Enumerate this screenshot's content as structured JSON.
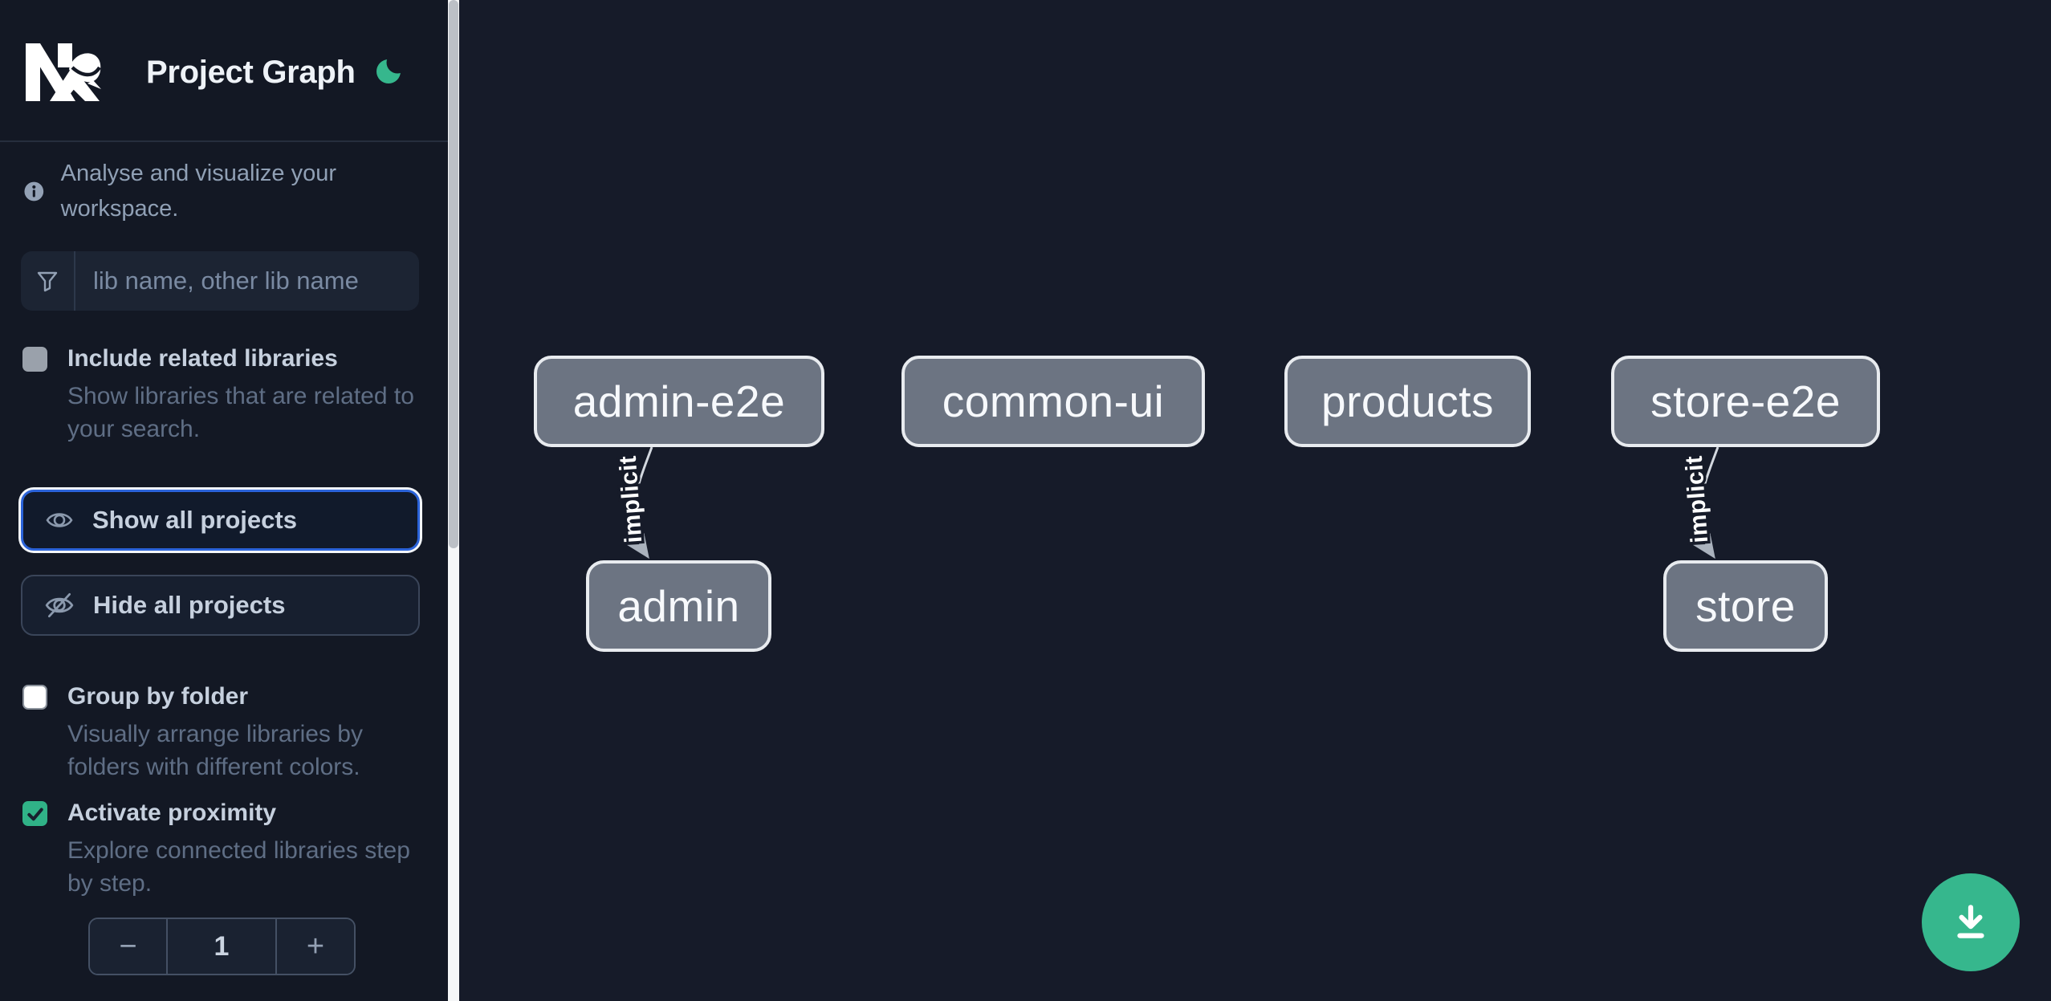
{
  "header": {
    "title": "Project Graph"
  },
  "sidebar": {
    "tagline": "Analyse and visualize your workspace.",
    "search": {
      "placeholder": "lib name, other lib name",
      "icon": "funnel-icon"
    },
    "include_related": {
      "label": "Include related libraries",
      "lines": [
        "Show libraries that are related to",
        "your search."
      ],
      "checked": false
    },
    "show_all": {
      "label": "Show all projects",
      "icon": "eye-icon",
      "focused": true
    },
    "hide_all": {
      "label": "Hide all projects",
      "icon": "eye-slash-icon"
    },
    "group_by_folder": {
      "label": "Group by folder",
      "lines": [
        "Visually arrange libraries by",
        "folders with different colors."
      ],
      "checked": false
    },
    "activate_proximity": {
      "label": "Activate proximity",
      "lines": [
        "Explore connected libraries step",
        "by step."
      ],
      "checked": true
    },
    "stepper": {
      "decrement": "−",
      "value": "1",
      "increment": "+"
    }
  },
  "graph": {
    "nodes": [
      {
        "id": "admin-e2e",
        "label": "admin-e2e"
      },
      {
        "id": "common-ui",
        "label": "common-ui"
      },
      {
        "id": "products",
        "label": "products"
      },
      {
        "id": "store-e2e",
        "label": "store-e2e"
      },
      {
        "id": "admin",
        "label": "admin"
      },
      {
        "id": "store",
        "label": "store"
      }
    ],
    "edges": [
      {
        "source": "admin-e2e",
        "target": "admin",
        "label": "implicit"
      },
      {
        "source": "store-e2e",
        "target": "store",
        "label": "implicit"
      }
    ]
  },
  "fab": {
    "icon": "download-icon"
  },
  "colors": {
    "accent_green": "#36b78d",
    "focus_blue": "#2b63d9",
    "node_fill": "#6c7482",
    "canvas_bg": "#161b29"
  }
}
